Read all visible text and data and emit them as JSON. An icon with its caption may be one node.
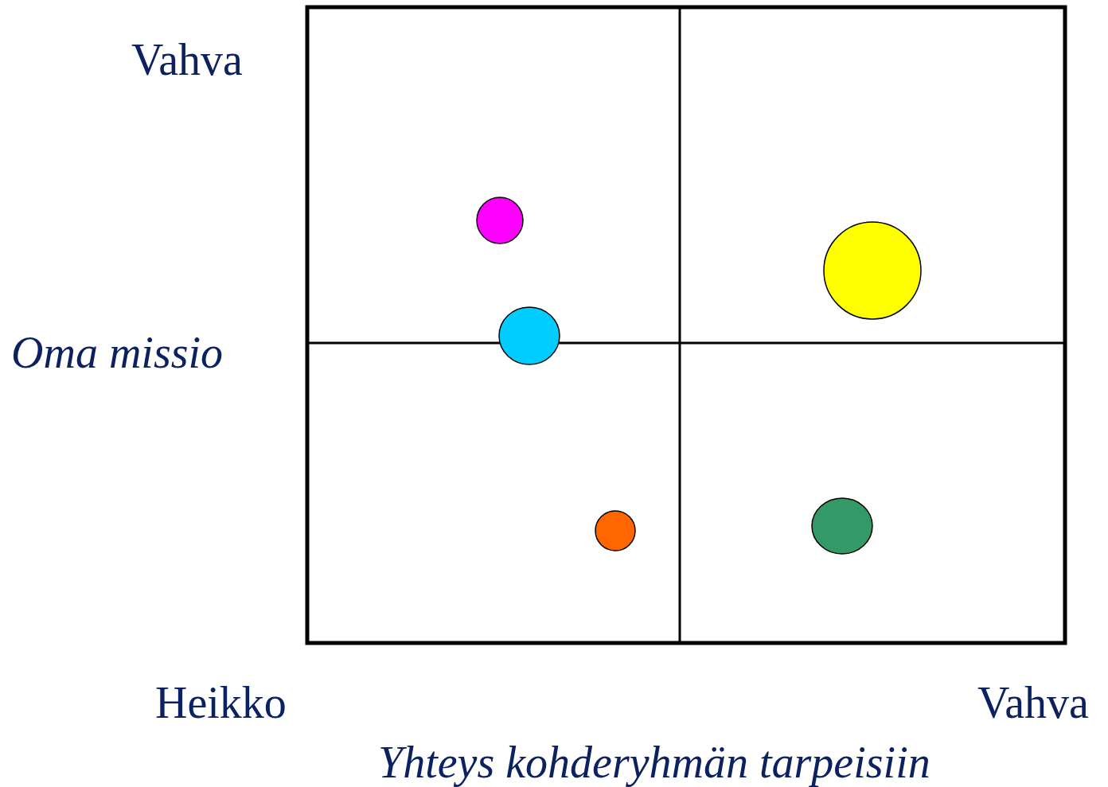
{
  "diagram": {
    "labels": [
      "Vahva",
      "Oma missio",
      "Heikko",
      "Vahva",
      "Yhteys kohderyhmän tarpeisiin"
    ]
  }
}
